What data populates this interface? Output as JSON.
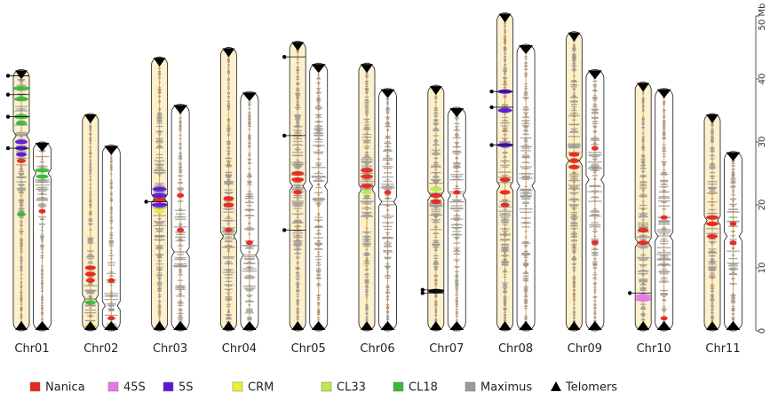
{
  "figure": {
    "axis_unit": "50 Mb",
    "scale_max_mb": 50,
    "scale_ticks": [
      0,
      10,
      20,
      30,
      40
    ]
  },
  "legend": [
    {
      "label": "Nanica",
      "color": "#e8261c",
      "shape": "square"
    },
    {
      "label": "45S",
      "color": "#e27ae8",
      "shape": "square"
    },
    {
      "label": "5S",
      "color": "#5a16d8",
      "shape": "square"
    },
    {
      "label": "CRM",
      "color": "#f2ee2c",
      "shape": "square"
    },
    {
      "label": "CL33",
      "color": "#bde84a",
      "shape": "square"
    },
    {
      "label": "CL18",
      "color": "#39b83a",
      "shape": "square"
    },
    {
      "label": "Maximus",
      "color": "#9a9a9a",
      "shape": "square"
    },
    {
      "label": "Telomers",
      "color": "#000000",
      "shape": "triangle"
    }
  ],
  "colors": {
    "chrom_fill_main": "#fdf1cc",
    "chrom_fill_alt": "#ffffff",
    "chrom_stroke": "#333333",
    "core_line": "#d9a24a",
    "tick_line": "#c9874a"
  },
  "chromosomes": [
    {
      "name": "Chr01",
      "main_len": 41.5,
      "main_cen": 31,
      "alt_len": 30,
      "alt_cen": 25,
      "dots": [
        40.5,
        37.5,
        34,
        29
      ],
      "bands": [
        {
          "pos": 38.5,
          "color": "#39b83a",
          "w": 18
        },
        {
          "pos": 36.8,
          "color": "#39b83a",
          "w": 16
        },
        {
          "pos": 34,
          "color": "#39b83a",
          "w": 16
        },
        {
          "pos": 33,
          "color": "#39b83a",
          "w": 12
        },
        {
          "pos": 30,
          "color": "#5a16d8",
          "w": 14
        },
        {
          "pos": 29,
          "color": "#5a16d8",
          "w": 14
        },
        {
          "pos": 28,
          "color": "#5a16d8",
          "w": 12
        },
        {
          "pos": 27,
          "color": "#e8261c",
          "w": 10
        },
        {
          "pos": 18.5,
          "color": "#39b83a",
          "w": 10
        }
      ],
      "alt_bands": [
        {
          "pos": 25.5,
          "color": "#39b83a",
          "w": 16
        },
        {
          "pos": 24.5,
          "color": "#39b83a",
          "w": 14
        },
        {
          "pos": 19,
          "color": "#e8261c",
          "w": 8
        }
      ]
    },
    {
      "name": "Chr02",
      "main_len": 34.5,
      "main_cen": 5,
      "alt_len": 29.5,
      "alt_cen": 4,
      "dots": [],
      "bands": [
        {
          "pos": 10,
          "color": "#e8261c",
          "w": 12
        },
        {
          "pos": 9,
          "color": "#e8261c",
          "w": 12
        },
        {
          "pos": 8,
          "color": "#e8261c",
          "w": 10
        },
        {
          "pos": 4.5,
          "color": "#39b83a",
          "w": 12
        },
        {
          "pos": 1,
          "color": "#f2ee2c",
          "w": 10
        }
      ],
      "alt_bands": [
        {
          "pos": 8,
          "color": "#e8261c",
          "w": 8
        },
        {
          "pos": 2,
          "color": "#e8261c",
          "w": 8
        }
      ]
    },
    {
      "name": "Chr03",
      "main_len": 43.5,
      "main_cen": 21,
      "alt_len": 36,
      "alt_cen": 12.5,
      "dots": [
        20.5
      ],
      "bands": [
        {
          "pos": 22.5,
          "color": "#5a16d8",
          "w": 16
        },
        {
          "pos": 21.5,
          "color": "#5a16d8",
          "w": 18
        },
        {
          "pos": 20.8,
          "color": "#e8261c",
          "w": 16
        },
        {
          "pos": 20,
          "color": "#5a16d8",
          "w": 18
        },
        {
          "pos": 19,
          "color": "#f2ee2c",
          "w": 12
        }
      ],
      "alt_bands": [
        {
          "pos": 21.5,
          "color": "#e8261c",
          "w": 8
        },
        {
          "pos": 16,
          "color": "#e8261c",
          "w": 8
        }
      ]
    },
    {
      "name": "Chr04",
      "main_len": 45,
      "main_cen": 15,
      "alt_len": 38,
      "alt_cen": 12,
      "dots": [],
      "bands": [
        {
          "pos": 21,
          "color": "#e8261c",
          "w": 12
        },
        {
          "pos": 20,
          "color": "#e8261c",
          "w": 12
        },
        {
          "pos": 16,
          "color": "#e8261c",
          "w": 8
        }
      ],
      "alt_bands": [
        {
          "pos": 14,
          "color": "#e8261c",
          "w": 8
        }
      ]
    },
    {
      "name": "Chr05",
      "main_len": 46,
      "main_cen": 23,
      "alt_len": 42.5,
      "alt_cen": 23,
      "dots": [
        43.5,
        31,
        16
      ],
      "bands": [
        {
          "pos": 25,
          "color": "#e8261c",
          "w": 14
        },
        {
          "pos": 24,
          "color": "#e8261c",
          "w": 14
        },
        {
          "pos": 22,
          "color": "#e8261c",
          "w": 10
        }
      ],
      "alt_bands": []
    },
    {
      "name": "Chr06",
      "main_len": 42.5,
      "main_cen": 22.5,
      "alt_len": 38.5,
      "alt_cen": 20.5,
      "dots": [],
      "bands": [
        {
          "pos": 25.5,
          "color": "#e8261c",
          "w": 14
        },
        {
          "pos": 24.5,
          "color": "#e8261c",
          "w": 14
        },
        {
          "pos": 23,
          "color": "#e8261c",
          "w": 14
        },
        {
          "pos": 22,
          "color": "#bde84a",
          "w": 12
        }
      ],
      "alt_bands": [
        {
          "pos": 22,
          "color": "#e8261c",
          "w": 8
        }
      ]
    },
    {
      "name": "Chr07",
      "main_len": 39,
      "main_cen": 21.5,
      "alt_len": 35.5,
      "alt_cen": 21.5,
      "dots": [
        6.5,
        6
      ],
      "bands": [
        {
          "pos": 22.5,
          "color": "#bde84a",
          "w": 14
        },
        {
          "pos": 21.5,
          "color": "#e8261c",
          "w": 14
        },
        {
          "pos": 20.5,
          "color": "#e8261c",
          "w": 12
        },
        {
          "pos": 6.3,
          "color": "#000000",
          "w": 22
        }
      ],
      "alt_bands": [
        {
          "pos": 22,
          "color": "#e8261c",
          "w": 8
        }
      ]
    },
    {
      "name": "Chr08",
      "main_len": 50.5,
      "main_cen": 23,
      "alt_len": 45.5,
      "alt_cen": 23,
      "dots": [
        38,
        35.5,
        29.5
      ],
      "bands": [
        {
          "pos": 38,
          "color": "#5a16d8",
          "w": 16
        },
        {
          "pos": 35,
          "color": "#5a16d8",
          "w": 16
        },
        {
          "pos": 29.5,
          "color": "#5a16d8",
          "w": 18
        },
        {
          "pos": 24,
          "color": "#e8261c",
          "w": 12
        },
        {
          "pos": 22,
          "color": "#e8261c",
          "w": 12
        },
        {
          "pos": 20,
          "color": "#e8261c",
          "w": 10
        }
      ],
      "alt_bands": []
    },
    {
      "name": "Chr09",
      "main_len": 47.5,
      "main_cen": 27,
      "alt_len": 41.5,
      "alt_cen": 24,
      "dots": [],
      "bands": [
        {
          "pos": 28,
          "color": "#e8261c",
          "w": 12
        },
        {
          "pos": 27,
          "color": "#e8261c",
          "w": 12
        },
        {
          "pos": 26,
          "color": "#e8261c",
          "w": 12
        }
      ],
      "alt_bands": [
        {
          "pos": 29,
          "color": "#e8261c",
          "w": 8
        },
        {
          "pos": 14,
          "color": "#e8261c",
          "w": 8
        }
      ]
    },
    {
      "name": "Chr10",
      "main_len": 39.5,
      "main_cen": 14,
      "alt_len": 38.5,
      "alt_cen": 15,
      "dots": [
        6
      ],
      "bands": [
        {
          "pos": 16,
          "color": "#e8261c",
          "w": 12
        },
        {
          "pos": 14,
          "color": "#e8261c",
          "w": 12
        },
        {
          "pos": 5.5,
          "color": "#e27ae8",
          "w": 24
        },
        {
          "pos": 5,
          "color": "#e27ae8",
          "w": 24
        }
      ],
      "alt_bands": [
        {
          "pos": 18,
          "color": "#e8261c",
          "w": 8
        },
        {
          "pos": 2,
          "color": "#e8261c",
          "w": 8
        }
      ]
    },
    {
      "name": "Chr11",
      "main_len": 34.5,
      "main_cen": 17.5,
      "alt_len": 28.5,
      "alt_cen": 15,
      "dots": [],
      "bands": [
        {
          "pos": 18,
          "color": "#e8261c",
          "w": 14
        },
        {
          "pos": 17,
          "color": "#e8261c",
          "w": 14
        },
        {
          "pos": 15,
          "color": "#e8261c",
          "w": 12
        }
      ],
      "alt_bands": [
        {
          "pos": 17,
          "color": "#e8261c",
          "w": 8
        },
        {
          "pos": 14,
          "color": "#e8261c",
          "w": 8
        }
      ]
    }
  ]
}
